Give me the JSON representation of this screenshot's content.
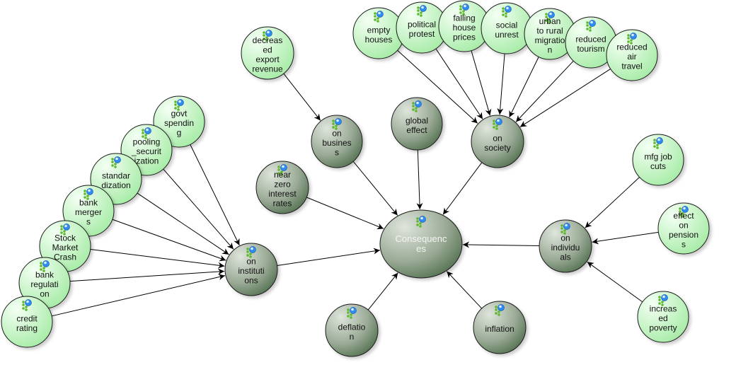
{
  "colors": {
    "light_node": "#bff3bf",
    "dark_node": "#6f8a6c",
    "edge": "#000000",
    "icon_blue": "#2f8cf0",
    "icon_green": "#5cb82e"
  },
  "center": {
    "id": "consequences",
    "lines": [
      "Consequenc",
      "es"
    ]
  },
  "nodes": [
    {
      "id": "on_institutions",
      "lines": [
        "on",
        "instituti",
        "ons"
      ],
      "kind": "dark"
    },
    {
      "id": "on_business",
      "lines": [
        "on",
        "busines",
        "s"
      ],
      "kind": "dark"
    },
    {
      "id": "global_effect",
      "lines": [
        "global",
        "effect"
      ],
      "kind": "dark"
    },
    {
      "id": "on_society",
      "lines": [
        "on",
        "society"
      ],
      "kind": "dark"
    },
    {
      "id": "near_zero",
      "lines": [
        "near",
        "zero",
        "interest",
        "rates"
      ],
      "kind": "dark"
    },
    {
      "id": "on_individuals",
      "lines": [
        "on",
        "individu",
        "als"
      ],
      "kind": "dark"
    },
    {
      "id": "deflation",
      "lines": [
        "deflatio",
        "n"
      ],
      "kind": "dark"
    },
    {
      "id": "inflation",
      "lines": [
        "inflation"
      ],
      "kind": "dark"
    },
    {
      "id": "decreased_export",
      "lines": [
        "decreas",
        "ed",
        "export",
        "revenue"
      ],
      "kind": "light"
    },
    {
      "id": "empty_houses",
      "lines": [
        "empty",
        "houses"
      ],
      "kind": "light"
    },
    {
      "id": "political_protest",
      "lines": [
        "political",
        "protest"
      ],
      "kind": "light"
    },
    {
      "id": "falling_house",
      "lines": [
        "falling",
        "house",
        "prices"
      ],
      "kind": "light"
    },
    {
      "id": "social_unrest",
      "lines": [
        "social",
        "unrest"
      ],
      "kind": "light"
    },
    {
      "id": "urban_rural",
      "lines": [
        "urban",
        "to rural",
        "migratio",
        "n"
      ],
      "kind": "light"
    },
    {
      "id": "reduced_tourism",
      "lines": [
        "reduced",
        "tourism"
      ],
      "kind": "light"
    },
    {
      "id": "reduced_air",
      "lines": [
        "reduced",
        "air",
        "travel"
      ],
      "kind": "light"
    },
    {
      "id": "govt_spending",
      "lines": [
        "govt",
        "spendin",
        "g"
      ],
      "kind": "light"
    },
    {
      "id": "pooling",
      "lines": [
        "pooling",
        "_securit",
        "ization"
      ],
      "kind": "light"
    },
    {
      "id": "standardization",
      "lines": [
        "standar",
        "dization"
      ],
      "kind": "light"
    },
    {
      "id": "bank_mergers",
      "lines": [
        "bank",
        "merger",
        "s"
      ],
      "kind": "light"
    },
    {
      "id": "stock_crash",
      "lines": [
        "Stock",
        "Market",
        "Crash"
      ],
      "kind": "light"
    },
    {
      "id": "bank_regulation",
      "lines": [
        "bank",
        "regulati",
        "on"
      ],
      "kind": "light"
    },
    {
      "id": "credit_rating",
      "lines": [
        "credit",
        "rating"
      ],
      "kind": "light"
    },
    {
      "id": "mfg_job_cuts",
      "lines": [
        "mfg job",
        "cuts"
      ],
      "kind": "light"
    },
    {
      "id": "effect_pensions",
      "lines": [
        "effect",
        "on",
        "pension",
        "s"
      ],
      "kind": "light"
    },
    {
      "id": "increased_poverty",
      "lines": [
        "increas",
        "ed",
        "poverty"
      ],
      "kind": "light"
    }
  ],
  "edges": [
    [
      "on_institutions",
      "consequences"
    ],
    [
      "on_business",
      "consequences"
    ],
    [
      "global_effect",
      "consequences"
    ],
    [
      "on_society",
      "consequences"
    ],
    [
      "near_zero",
      "consequences"
    ],
    [
      "on_individuals",
      "consequences"
    ],
    [
      "deflation",
      "consequences"
    ],
    [
      "inflation",
      "consequences"
    ],
    [
      "decreased_export",
      "on_business"
    ],
    [
      "empty_houses",
      "on_society"
    ],
    [
      "political_protest",
      "on_society"
    ],
    [
      "falling_house",
      "on_society"
    ],
    [
      "social_unrest",
      "on_society"
    ],
    [
      "urban_rural",
      "on_society"
    ],
    [
      "reduced_tourism",
      "on_society"
    ],
    [
      "reduced_air",
      "on_society"
    ],
    [
      "govt_spending",
      "on_institutions"
    ],
    [
      "pooling",
      "on_institutions"
    ],
    [
      "standardization",
      "on_institutions"
    ],
    [
      "bank_mergers",
      "on_institutions"
    ],
    [
      "stock_crash",
      "on_institutions"
    ],
    [
      "bank_regulation",
      "on_institutions"
    ],
    [
      "credit_rating",
      "on_institutions"
    ],
    [
      "mfg_job_cuts",
      "on_individuals"
    ],
    [
      "effect_pensions",
      "on_individuals"
    ],
    [
      "increased_poverty",
      "on_individuals"
    ]
  ]
}
